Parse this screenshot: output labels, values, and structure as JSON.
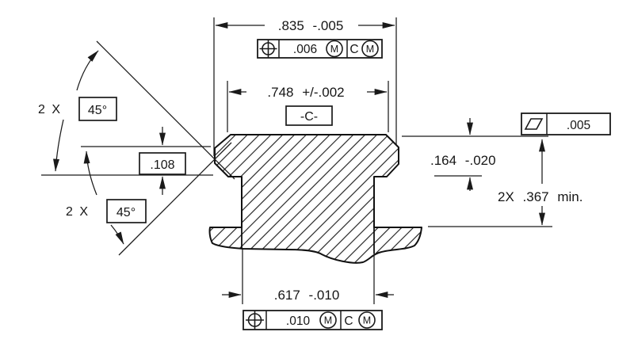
{
  "drawing": {
    "background": "#ffffff",
    "ink": "#1a1a1a",
    "top": {
      "overall_width": ".835 -.005",
      "fcf": {
        "tolerance": ".006",
        "tol_modifier": "M",
        "datum": "C",
        "datum_modifier": "M"
      }
    },
    "face": {
      "width": ".748 +/-.002",
      "datum_flag": "-C-"
    },
    "left": {
      "upper_qty": "2 X",
      "upper_angle": "45°",
      "step": ".108",
      "lower_qty": "2 X",
      "lower_angle": "45°"
    },
    "right": {
      "flange_height": ".164 -.020",
      "min_height": "2X .367 min.",
      "flatness": {
        "tolerance": ".005"
      }
    },
    "bottom": {
      "width": ".617 -.010",
      "fcf": {
        "tolerance": ".010",
        "tol_modifier": "M",
        "datum": "C",
        "datum_modifier": "M"
      }
    }
  }
}
